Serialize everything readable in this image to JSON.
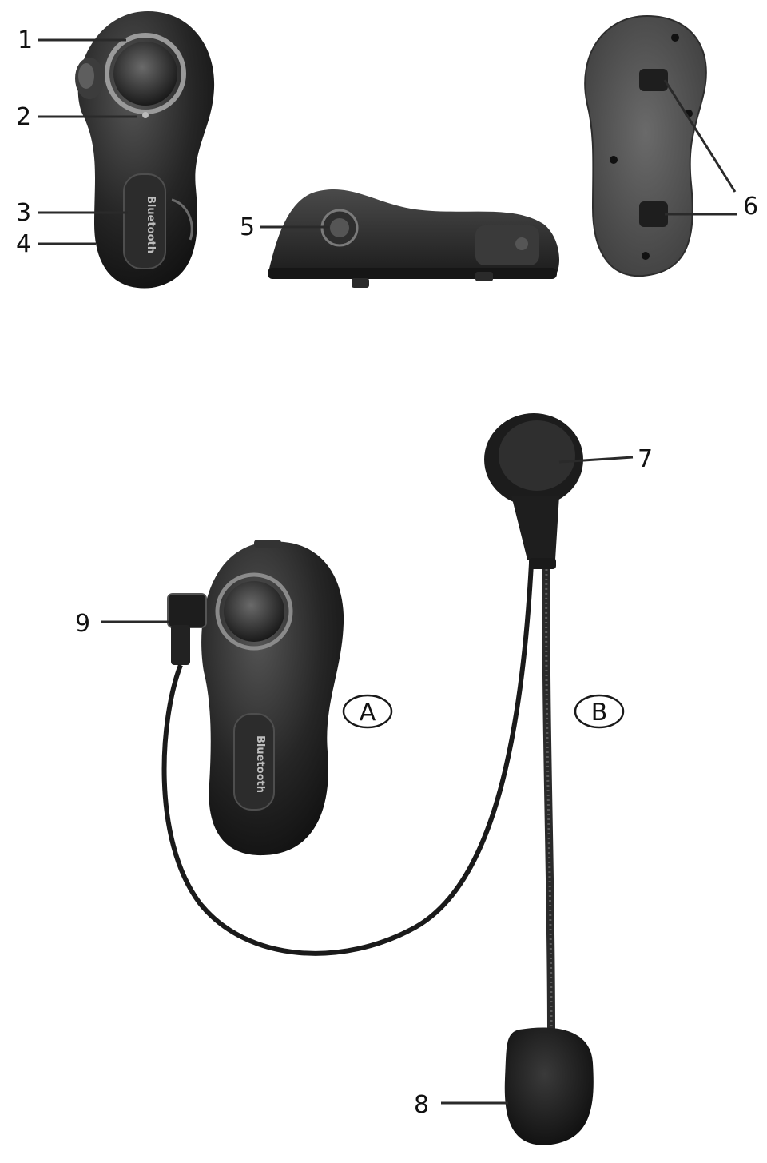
{
  "callouts": [
    {
      "id": "1",
      "label": "1"
    },
    {
      "id": "2",
      "label": "2"
    },
    {
      "id": "3",
      "label": "3"
    },
    {
      "id": "4",
      "label": "4"
    },
    {
      "id": "5",
      "label": "5"
    },
    {
      "id": "6",
      "label": "6"
    },
    {
      "id": "7",
      "label": "7"
    },
    {
      "id": "8",
      "label": "8"
    },
    {
      "id": "9",
      "label": "9"
    }
  ],
  "part_letters": {
    "a": "A",
    "b": "B"
  },
  "brand_text": "Bluetooth",
  "colors": {
    "device_dark": "#1e1e1e",
    "device_mid": "#3a3a3a",
    "device_light": "#5a5a5a",
    "ring": "#9a9a9a",
    "base_plate": "#4d4d4d",
    "leader": "#2a2a2a"
  }
}
